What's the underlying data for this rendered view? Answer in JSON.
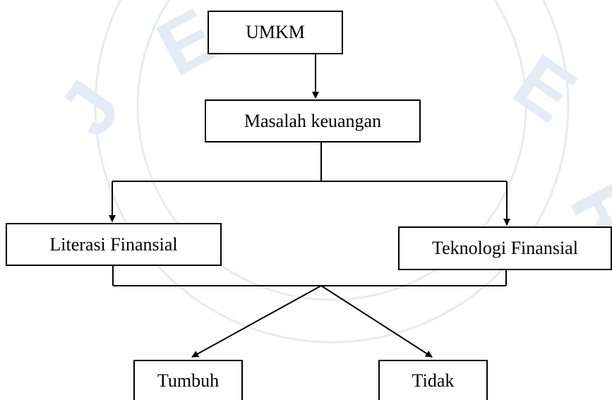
{
  "diagram": {
    "nodes": {
      "umkm": "UMKM",
      "masalah": "Masalah keuangan",
      "literasi": "Literasi Finansial",
      "teknologi": "Teknologi Finansial",
      "tumbuh": "Tumbuh",
      "tidak": "Tidak"
    },
    "watermark_text": "JEMBER",
    "colors": {
      "line": "#000000",
      "box_border": "#000000",
      "watermark": "#e4ebf5"
    }
  }
}
